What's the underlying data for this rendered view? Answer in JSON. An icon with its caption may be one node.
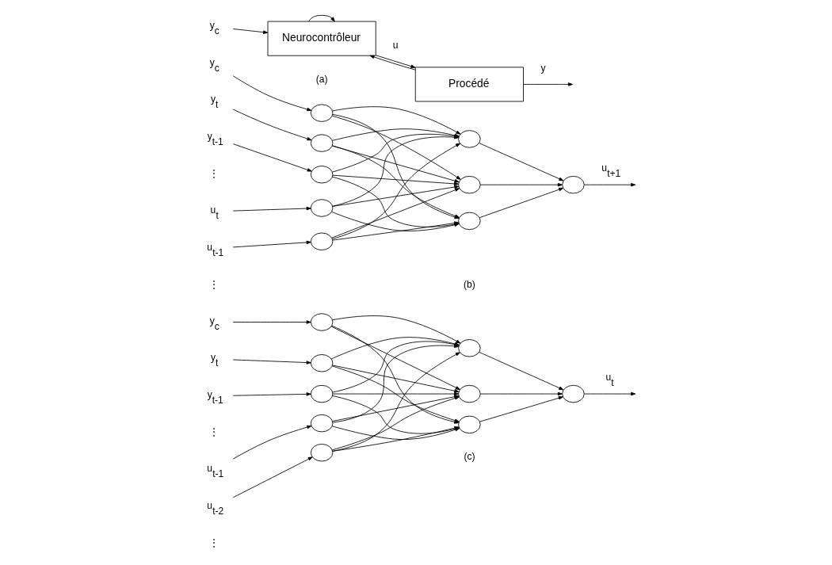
{
  "diagram": {
    "nodes": [
      {
        "text": [
          "y$_{c}$"
        ]
      },
      {
        "text": [
          "Neurocontrôleur"
        ]
      },
      {
        "text": [
          "Procédé"
        ]
      },
      {
        "text": [
          "y$_{c}$"
        ]
      },
      {
        "text": [
          "y$_{t}$"
        ]
      },
      {
        "text": [
          "y$_{t-1}$"
        ]
      },
      {
        "text": [
          "u$_{t}$"
        ]
      },
      {
        "text": [
          "u$_{t-1}$"
        ]
      },
      {
        "text": [],
        "shape": "circle"
      },
      {
        "text": [],
        "shape": "circle"
      },
      {
        "text": [],
        "shape": "circle"
      },
      {
        "text": [],
        "shape": "circle"
      },
      {
        "text": [],
        "shape": "circle"
      },
      {
        "text": [],
        "shape": "circle"
      },
      {
        "text": [],
        "shape": "circle"
      },
      {
        "text": [],
        "shape": "circle"
      },
      {
        "text": [],
        "shape": "circle"
      },
      {
        "text": [
          "y$_{c}$"
        ]
      },
      {
        "text": [
          "y$_{t}$"
        ]
      },
      {
        "text": [
          "y$_{t-1}$"
        ]
      },
      {
        "text": [
          "u$_{t-1}$"
        ]
      },
      {
        "text": [
          "u$_{t-2}$"
        ]
      },
      {
        "text": [],
        "shape": "circle"
      },
      {
        "text": [],
        "shape": "circle"
      },
      {
        "text": [],
        "shape": "circle"
      },
      {
        "text": [],
        "shape": "circle"
      },
      {
        "text": [],
        "shape": "circle"
      },
      {
        "text": [],
        "shape": "circle"
      },
      {
        "text": [],
        "shape": "circle"
      },
      {
        "text": [],
        "shape": "circle"
      },
      {
        "text": [],
        "shape": "circle"
      }
    ],
    "edges": [
      {
        "from": 0,
        "to": 1,
        "arrow": "to"
      },
      {
        "from": 1,
        "to": 2,
        "arrow": "to",
        "label": "u"
      },
      {
        "from": 2,
        "to": null,
        "arrow": "to",
        "label": "y"
      },
      {
        "from": 1,
        "to": 1,
        "arrow": "to"
      },
      {
        "from": 2,
        "to": 1,
        "arrow": "to"
      },
      {
        "from": 3,
        "to": 8,
        "arrow": "to"
      },
      {
        "from": 4,
        "to": 9,
        "arrow": "to"
      },
      {
        "from": 5,
        "to": 10,
        "arrow": "to"
      },
      {
        "from": 6,
        "to": 11,
        "arrow": "to"
      },
      {
        "from": 7,
        "to": 12,
        "arrow": "to"
      },
      {
        "from": 8,
        "to": 13,
        "arrow": "to"
      },
      {
        "from": 8,
        "to": 14,
        "arrow": "to"
      },
      {
        "from": 8,
        "to": 15,
        "arrow": "to"
      },
      {
        "from": 9,
        "to": 13,
        "arrow": "to"
      },
      {
        "from": 9,
        "to": 14,
        "arrow": "to"
      },
      {
        "from": 9,
        "to": 15,
        "arrow": "to"
      },
      {
        "from": 10,
        "to": 13,
        "arrow": "to"
      },
      {
        "from": 10,
        "to": 14,
        "arrow": "to"
      },
      {
        "from": 10,
        "to": 15,
        "arrow": "to"
      },
      {
        "from": 11,
        "to": 13,
        "arrow": "to"
      },
      {
        "from": 11,
        "to": 14,
        "arrow": "to"
      },
      {
        "from": 11,
        "to": 15,
        "arrow": "to"
      },
      {
        "from": 12,
        "to": 13,
        "arrow": "to"
      },
      {
        "from": 12,
        "to": 14,
        "arrow": "to"
      },
      {
        "from": 12,
        "to": 15,
        "arrow": "to"
      },
      {
        "from": 13,
        "to": 16,
        "arrow": "to"
      },
      {
        "from": 14,
        "to": 16,
        "arrow": "to"
      },
      {
        "from": 15,
        "to": 16,
        "arrow": "to"
      },
      {
        "from": 16,
        "to": null,
        "arrow": "to",
        "label": "u$_{t+1}$"
      },
      {
        "from": 17,
        "to": 22,
        "arrow": "to"
      },
      {
        "from": 18,
        "to": 23,
        "arrow": "to"
      },
      {
        "from": 19,
        "to": 24,
        "arrow": "to"
      },
      {
        "from": 20,
        "to": 25,
        "arrow": "to"
      },
      {
        "from": 21,
        "to": 26,
        "arrow": "to"
      },
      {
        "from": 22,
        "to": 27,
        "arrow": "to"
      },
      {
        "from": 22,
        "to": 28,
        "arrow": "to"
      },
      {
        "from": 22,
        "to": 29,
        "arrow": "to"
      },
      {
        "from": 23,
        "to": 27,
        "arrow": "to"
      },
      {
        "from": 23,
        "to": 28,
        "arrow": "to"
      },
      {
        "from": 23,
        "to": 29,
        "arrow": "to"
      },
      {
        "from": 24,
        "to": 27,
        "arrow": "to"
      },
      {
        "from": 24,
        "to": 28,
        "arrow": "to"
      },
      {
        "from": 24,
        "to": 29,
        "arrow": "to"
      },
      {
        "from": 25,
        "to": 27,
        "arrow": "to"
      },
      {
        "from": 25,
        "to": 28,
        "arrow": "to"
      },
      {
        "from": 25,
        "to": 29,
        "arrow": "to"
      },
      {
        "from": 26,
        "to": 27,
        "arrow": "to"
      },
      {
        "from": 26,
        "to": 28,
        "arrow": "to"
      },
      {
        "from": 26,
        "to": 29,
        "arrow": "to"
      },
      {
        "from": 27,
        "to": 30,
        "arrow": "to"
      },
      {
        "from": 28,
        "to": 30,
        "arrow": "to"
      },
      {
        "from": 29,
        "to": 30,
        "arrow": "to"
      },
      {
        "from": 30,
        "to": null,
        "arrow": "to",
        "label": "u$_{t}$"
      }
    ],
    "labels": [
      "(a)",
      "⋮",
      "⋮",
      "(b)",
      "⋮",
      "⋮",
      "(c)"
    ]
  }
}
